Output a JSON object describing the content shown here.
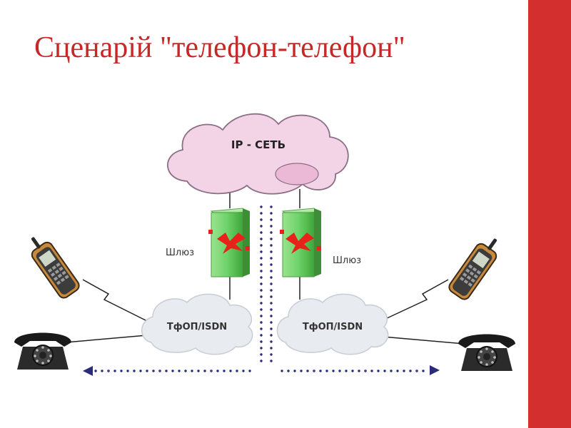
{
  "slide": {
    "title": "Сценарій \"телефон-телефон\""
  },
  "diagram": {
    "ip_network_label": "IP - СЕТЬ",
    "pstn_left_label": "ТфОП/ISDN",
    "pstn_right_label": "ТфОП/ISDN",
    "gateway_left_label": "Шлюз",
    "gateway_right_label": "Шлюз"
  },
  "colors": {
    "accent": "#d32f2f",
    "title_text": "#c62828",
    "ip_cloud_fill": "#f3d3e6",
    "ip_cloud_stroke": "#8a6f86",
    "pstn_cloud_fill": "#e8ebf0",
    "gateway_green": "#6ed36a",
    "arrow_blue": "#2b2b7a"
  },
  "icons": {
    "left_mobile": "mobile-phone-icon",
    "right_mobile": "mobile-phone-icon",
    "left_desk": "desk-phone-icon",
    "right_desk": "desk-phone-icon"
  }
}
